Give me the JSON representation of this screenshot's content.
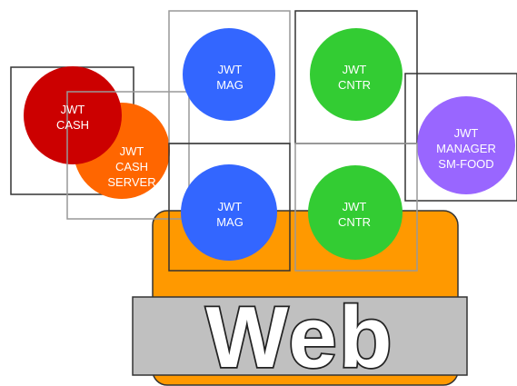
{
  "colors": {
    "orange_panel": "#FF9900",
    "web_banner": "#C0C0C0",
    "cash": "#CC0000",
    "cash_server": "#FF6600",
    "mag": "#3366FF",
    "cntr": "#33CC33",
    "manager": "#9966FF",
    "frame_dark": "#333333",
    "frame_light": "#999999"
  },
  "web_banner": {
    "text": "Web"
  },
  "nodes": [
    {
      "id": "cash",
      "lines": [
        "JWT",
        "CASH"
      ]
    },
    {
      "id": "cash-server",
      "lines": [
        "JWT",
        "CASH",
        "SERVER"
      ]
    },
    {
      "id": "mag-top",
      "lines": [
        "JWT",
        "MAG"
      ]
    },
    {
      "id": "cntr-top",
      "lines": [
        "JWT",
        "CNTR"
      ]
    },
    {
      "id": "manager",
      "lines": [
        "JWT",
        "MANAGER",
        "SM-FOOD"
      ]
    },
    {
      "id": "mag-bottom",
      "lines": [
        "JWT",
        "MAG"
      ]
    },
    {
      "id": "cntr-bottom",
      "lines": [
        "JWT",
        "CNTR"
      ]
    }
  ]
}
